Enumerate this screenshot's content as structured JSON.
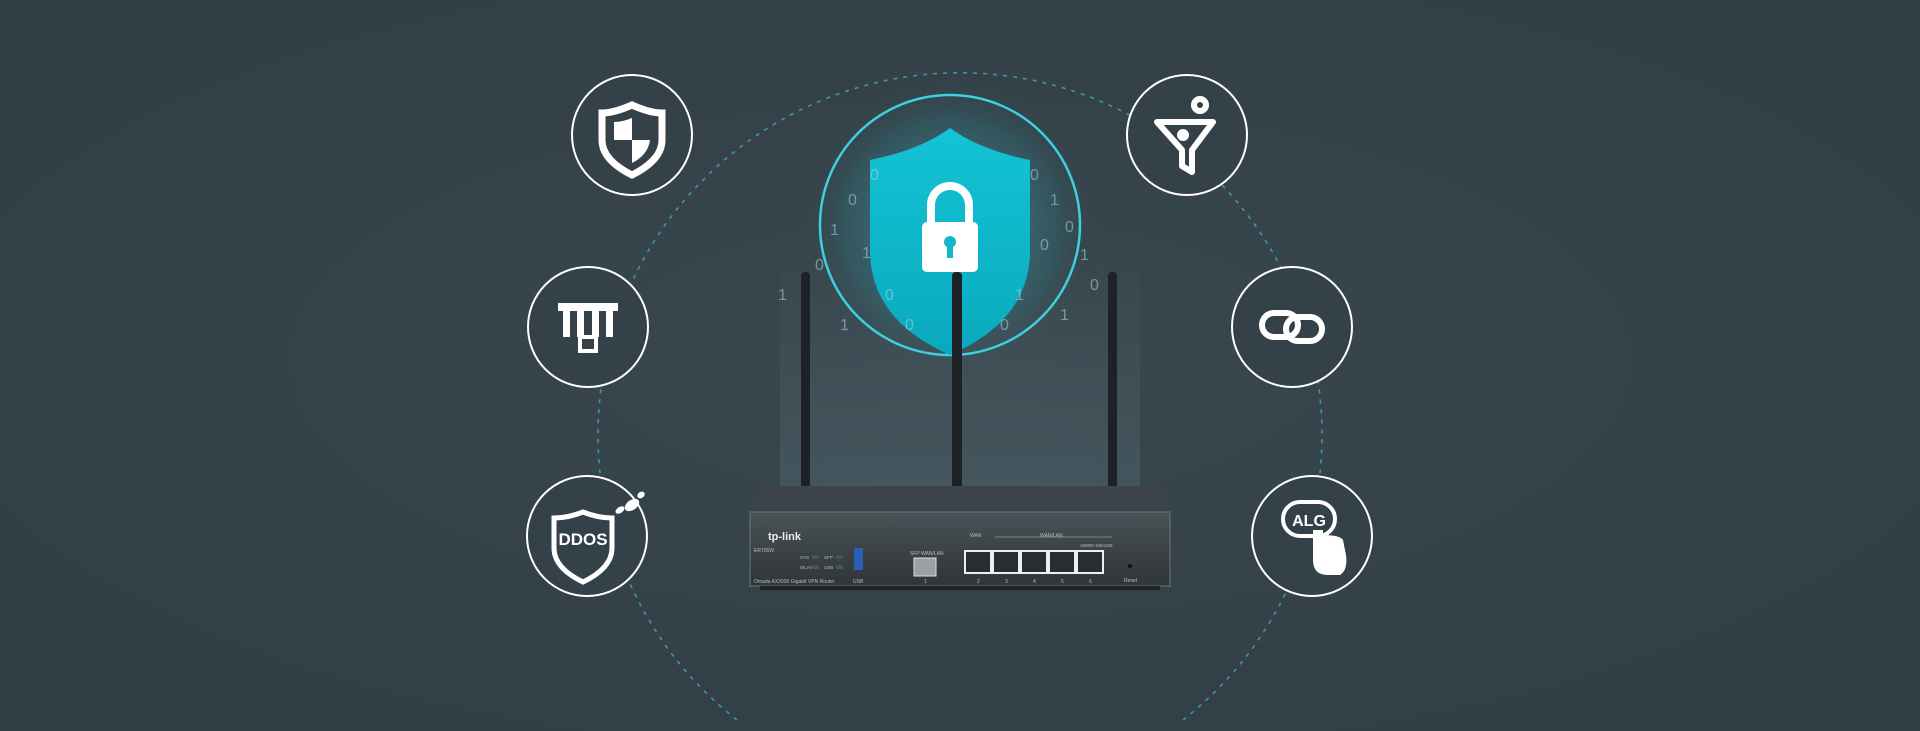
{
  "features": [
    {
      "icon": "security-shield-icon"
    },
    {
      "icon": "content-filter-icon"
    },
    {
      "icon": "network-topology-icon"
    },
    {
      "icon": "chain-link-icon"
    },
    {
      "icon": "ddos-shield-icon",
      "label": "DDOS"
    },
    {
      "icon": "alg-touch-icon",
      "label": "ALG"
    }
  ],
  "center": {
    "icon": "padlock-shield-icon",
    "binary": [
      "0",
      "1",
      "0",
      "0",
      "1",
      "1",
      "0",
      "1",
      "0",
      "1",
      "0",
      "0",
      "1",
      "0",
      "1",
      "1",
      "0",
      "0"
    ]
  },
  "router": {
    "brand": "tp-link",
    "model": "ER706W",
    "description": "Omada AX3000 Gigabit VPN Router",
    "leds": [
      "SYS",
      "SFP",
      "WLAN",
      "USB"
    ],
    "usb_label": "USB",
    "sfp_label": "SFP WAN/LAN",
    "wan_label": "WAN",
    "wanlan_label": "WAN/LAN",
    "speed_label": "1000M 100/10M",
    "ports": [
      "1",
      "2",
      "3",
      "4",
      "5",
      "6"
    ],
    "reset_label": "Reset"
  },
  "colors": {
    "background": "#344148",
    "accent": "#12c5d6",
    "dashed": "#3fb6c4"
  }
}
